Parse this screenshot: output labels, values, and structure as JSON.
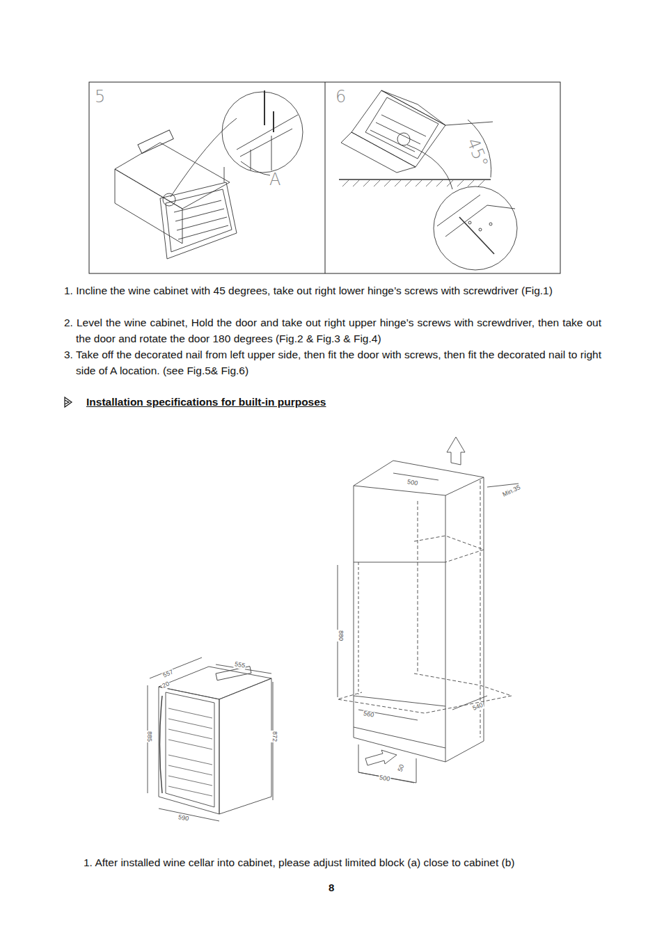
{
  "diagram": {
    "title": "Installation specifications for built-in purposes",
    "labels": [
      "5",
      "A",
      "6",
      "45°",
      "1.  Incline the wine cabinet with 45 degrees, take out right lower hinge’s screws with screwdriver (Fig.1)",
      "2. Level the wine cabinet, Hold the door and take out right upper hinge’s screws with screwdriver, then take out the door and rotate the door 180 degrees (Fig.2 & Fig.3 & Fig.4)",
      "3. Take off the decorated nail from left upper side, then fit the door with screws, then fit the decorated nail to right side of A location. (see Fig.5& Fig.6)",
      "500",
      "Min.35",
      "880",
      "560",
      "540",
      "500",
      "50",
      "557",
      "20",
      "555",
      "885",
      "872",
      "590",
      "1.   After installed wine cellar into cabinet, please adjust limited block (a) close to cabinet (b)",
      "8"
    ]
  }
}
